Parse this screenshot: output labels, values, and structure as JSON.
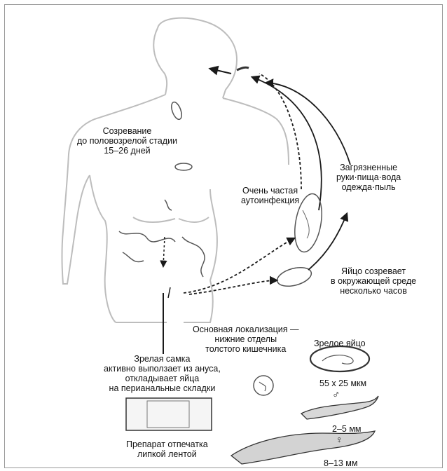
{
  "labels": {
    "maturation": [
      "Созревание",
      "до половозрелой стадии",
      "15–26 дней"
    ],
    "contaminated": [
      "Загрязненные",
      "руки·пища·вода",
      "одежда·пыль"
    ],
    "autoinfection": [
      "Очень частая",
      "аутоинфекция"
    ],
    "egg_matures": [
      "Яйцо созревает",
      "в окружающей среде",
      "несколько часов"
    ],
    "main_location": [
      "Основная локализация —",
      "нижние отделы",
      "толстого кишечника"
    ],
    "mature_female": [
      "Зрелая самка",
      "активно выползает из ануса,",
      "откладывает яйца",
      "на перианальные складки"
    ],
    "mature_egg": "Зрелое яйцо",
    "egg_size": "55 х 25 мкм",
    "male_symbol": "♂",
    "male_size": "2–5 мм",
    "female_symbol": "♀",
    "female_size": "8–13 мм",
    "tape_prep": [
      "Препарат отпечатка",
      "липкой лентой"
    ]
  },
  "colors": {
    "line": "#1a1a1a",
    "body_outline": "#bdbdbd",
    "frame": "#9a9a9a"
  }
}
